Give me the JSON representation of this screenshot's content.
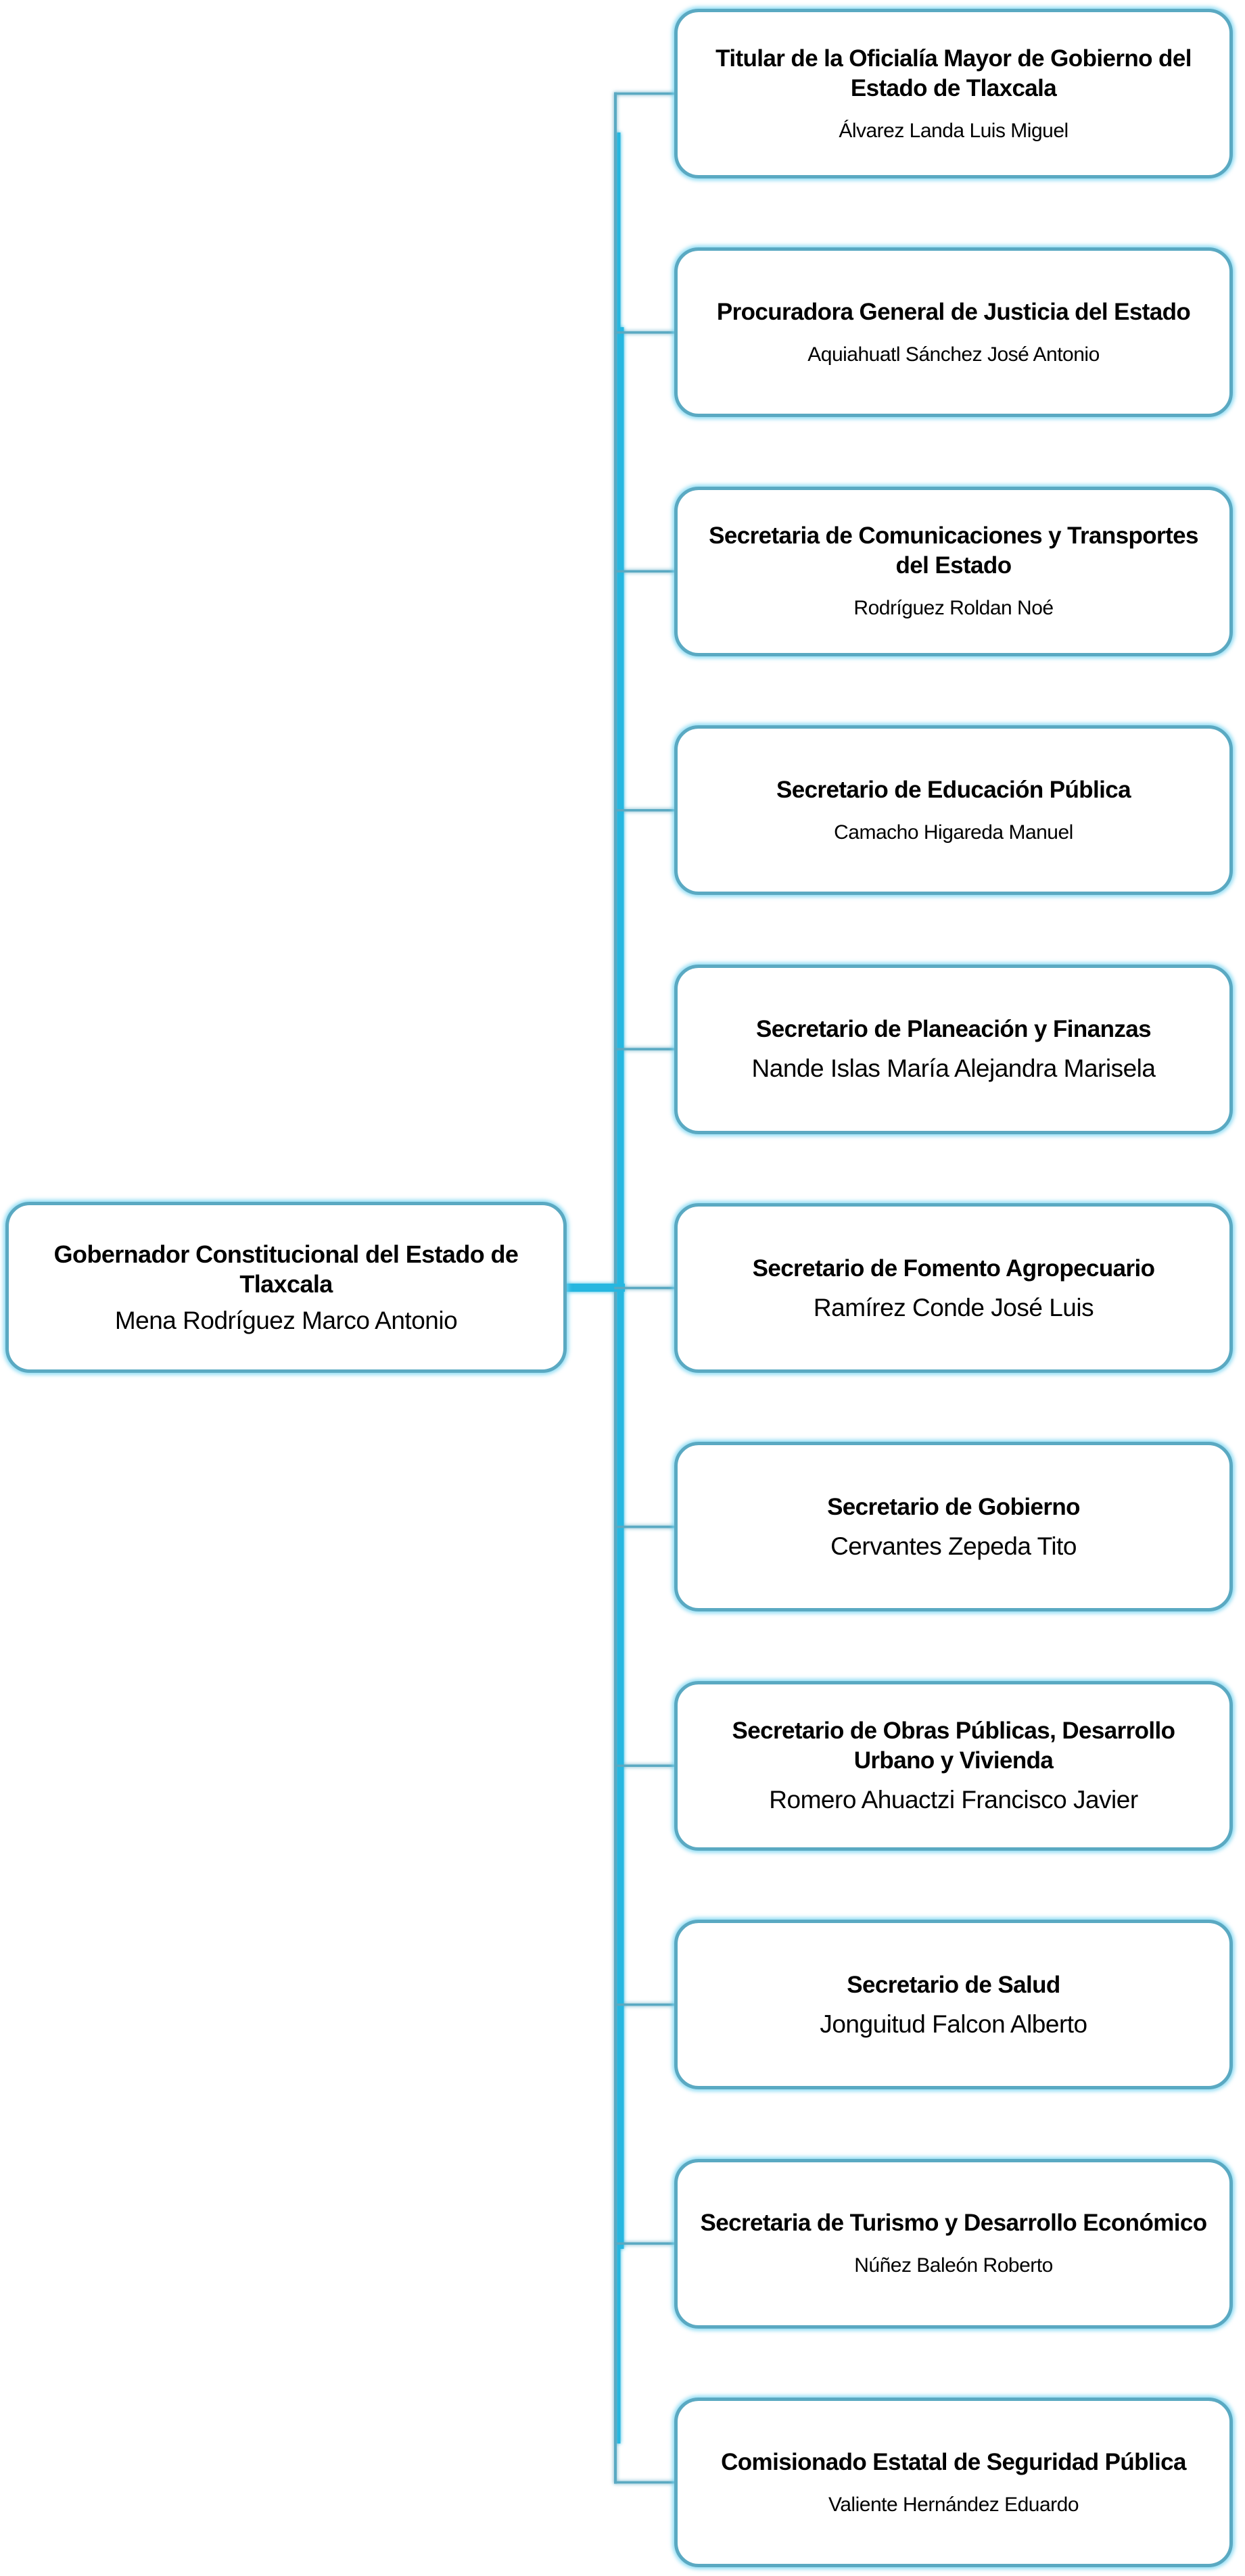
{
  "chart_title": "Organigrama - Gobierno del Estado de Tlaxcala",
  "colors": {
    "line": "#27B7E0",
    "line_dark": "#5AA9C2",
    "border": "#5AA9C2",
    "glow": "#6ED2F0"
  },
  "root": {
    "title": "Gobernador Constitucional del Estado de Tlaxcala",
    "name": "Mena Rodríguez Marco Antonio"
  },
  "positions": [
    {
      "title": "Titular de la Oficialía Mayor de Gobierno del Estado de Tlaxcala",
      "name": "Álvarez Landa Luis Miguel",
      "name_size": "small"
    },
    {
      "title": "Procuradora General de Justicia del Estado",
      "name": "Aquiahuatl Sánchez José Antonio",
      "name_size": "small"
    },
    {
      "title": "Secretaria de Comunicaciones y Transportes del Estado",
      "name": "Rodríguez Roldan Noé",
      "name_size": "small"
    },
    {
      "title": "Secretario de Educación Pública",
      "name": "Camacho Higareda Manuel",
      "name_size": "small"
    },
    {
      "title": "Secretario de Planeación y Finanzas",
      "name": "Nande Islas María Alejandra Marisela",
      "name_size": "big"
    },
    {
      "title": "Secretario de Fomento Agropecuario",
      "name": "Ramírez Conde José Luis",
      "name_size": "big"
    },
    {
      "title": "Secretario de Gobierno",
      "name": "Cervantes Zepeda Tito",
      "name_size": "big"
    },
    {
      "title": "Secretario de Obras Públicas, Desarrollo Urbano y Vivienda",
      "name": "Romero Ahuactzi Francisco Javier",
      "name_size": "big"
    },
    {
      "title": "Secretario de Salud",
      "name": "Jonguitud Falcon Alberto",
      "name_size": "big"
    },
    {
      "title": "Secretaria de Turismo y Desarrollo Económico",
      "name": "Núñez Baleón Roberto",
      "name_size": "small"
    },
    {
      "title": "Comisionado Estatal de Seguridad Pública",
      "name": "Valiente Hernández Eduardo",
      "name_size": "small"
    }
  ]
}
